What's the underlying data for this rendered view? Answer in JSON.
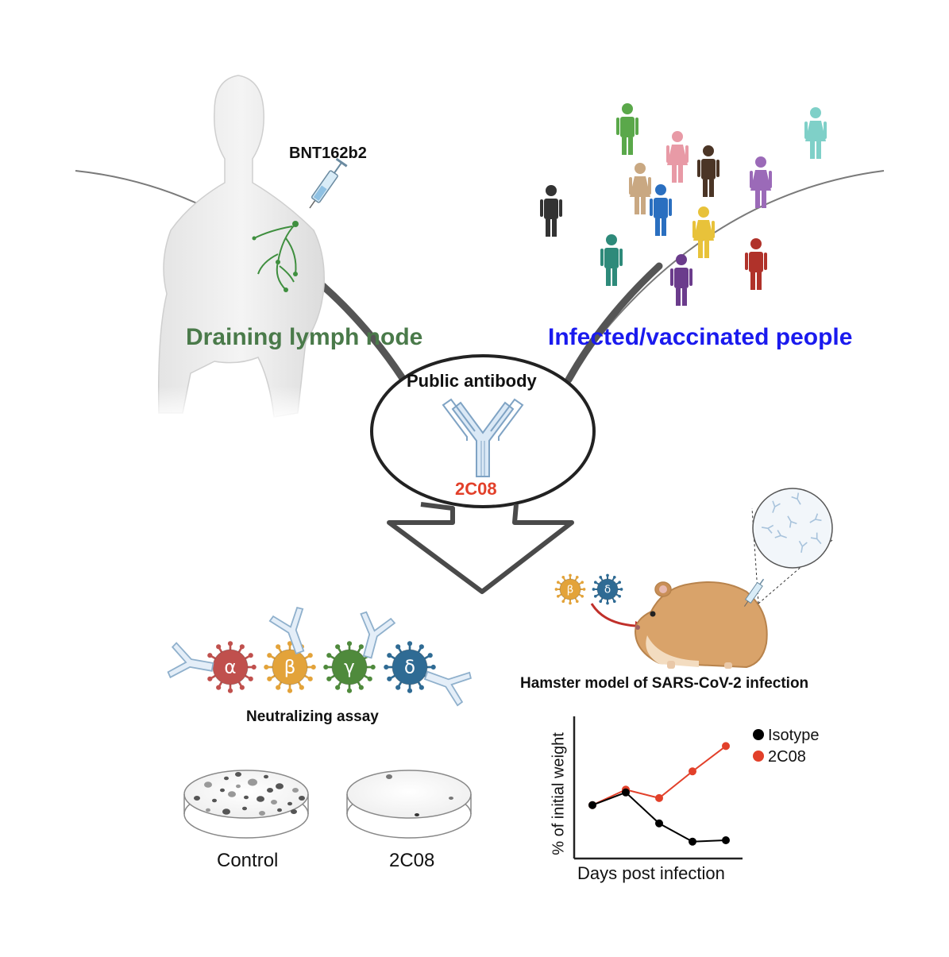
{
  "labels": {
    "vaccine": "BNT162b2",
    "lymph_node": "Draining lymph node",
    "people": "Infected/vaccinated people",
    "public_antibody": "Public antibody",
    "antibody_name": "2C08",
    "neutralizing": "Neutralizing assay",
    "hamster": "Hamster model of SARS-CoV-2 infection",
    "dish_control": "Control",
    "dish_2c08": "2C08"
  },
  "variants": [
    {
      "greek": "α",
      "color": "#c0504d"
    },
    {
      "greek": "β",
      "color": "#e3a33a"
    },
    {
      "greek": "γ",
      "color": "#4f8a3c"
    },
    {
      "greek": "δ",
      "color": "#2f6b94"
    }
  ],
  "colors": {
    "lymph": "#4a7a4a",
    "people": "#1a1aee",
    "antibody_name": "#e2402a",
    "isotype": "#000000",
    "treated": "#e2402a"
  },
  "chart_data": {
    "type": "line",
    "xlabel": "Days post infection",
    "ylabel": "% of initial weight",
    "x": [
      1,
      2,
      3,
      4,
      5
    ],
    "series": [
      {
        "name": "Isotype",
        "values": [
          0.38,
          0.47,
          0.25,
          0.12,
          0.13
        ]
      },
      {
        "name": "2C08",
        "values": [
          0.38,
          0.49,
          0.43,
          0.62,
          0.8
        ]
      }
    ],
    "legend": "top-right",
    "grid": false
  }
}
